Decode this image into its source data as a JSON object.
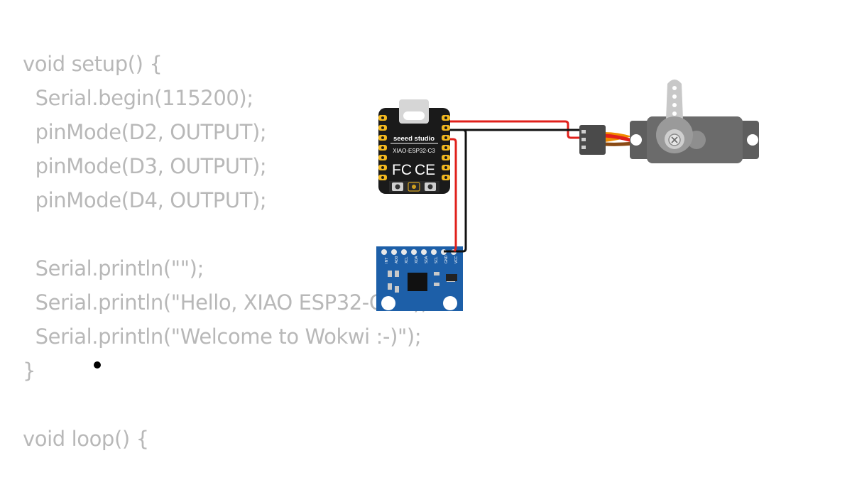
{
  "code": {
    "lines": [
      "void setup() {",
      "  Serial.begin(115200);",
      "  pinMode(D2, OUTPUT);",
      "  pinMode(D3, OUTPUT);",
      "  pinMode(D4, OUTPUT);",
      "",
      "  Serial.println(\"\");",
      "  Serial.println(\"Hello, XIAO ESP32-C3!\");",
      "  Serial.println(\"Welcome to Wokwi :-)\");",
      "}",
      "",
      "void loop() {"
    ]
  },
  "board": {
    "brand": "seeed studio",
    "model": "XIAO-ESP32-C3",
    "fcc_mark": "FC",
    "ce_mark": "CE"
  },
  "sensor": {
    "pins": [
      "INT",
      "AD0",
      "XCL",
      "XDA",
      "SDA",
      "SCL",
      "GND",
      "VCC"
    ]
  },
  "colors": {
    "code_text": "#b8b8b8",
    "wire_power": "#e0201b",
    "wire_ground": "#111111",
    "wire_signal": "#f08c00",
    "board_body": "#1a1a1a",
    "board_pad": "#f2b81f",
    "sensor_pcb": "#1d5fa8",
    "servo_body": "#5e5e5e",
    "servo_horn": "#c8c8c8"
  }
}
